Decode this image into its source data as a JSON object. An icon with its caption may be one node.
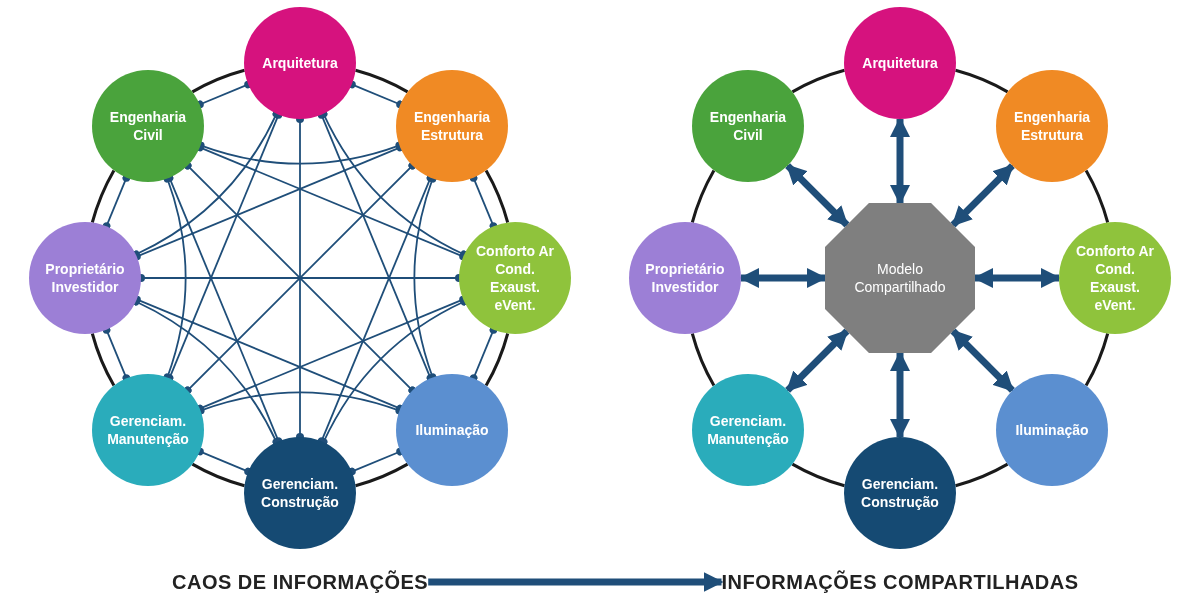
{
  "diagram": {
    "nodes": [
      {
        "text": [
          "Arquitetura"
        ]
      },
      {
        "text": [
          "Engenharia Estrutura"
        ]
      },
      {
        "text": [
          "Conforto Ar Cond. Exaust. eVent."
        ]
      },
      {
        "text": [
          "Iluminação"
        ]
      },
      {
        "text": [
          "Gerenciam. Construção"
        ]
      },
      {
        "text": [
          "Gerenciam. Manutenção"
        ]
      },
      {
        "text": [
          "Proprietário Investidor"
        ]
      },
      {
        "text": [
          "Engenharia Civil"
        ]
      },
      {
        "text": [
          "CAOS DE INFORMAÇÕES"
        ]
      },
      {
        "text": [
          "Arquitetura"
        ]
      },
      {
        "text": [
          "Engenharia Estrutura"
        ]
      },
      {
        "text": [
          "Conforto Ar Cond. Exaust. eVent."
        ]
      },
      {
        "text": [
          "Iluminação"
        ]
      },
      {
        "text": [
          "Gerenciam. Construção"
        ]
      },
      {
        "text": [
          "Gerenciam. Manutenção"
        ]
      },
      {
        "text": [
          "Proprietário Investidor"
        ]
      },
      {
        "text": [
          "Engenharia Civil"
        ]
      },
      {
        "text": [
          "Modelo Compartilhado"
        ]
      },
      {
        "text": [
          "INFORMAÇÕES COMPARTILHADAS"
        ]
      }
    ],
    "edges": [
      {
        "from": 0,
        "to": 1,
        "arrow": "none",
        "color": "#1a1a1a"
      },
      {
        "from": 1,
        "to": 2,
        "arrow": "none",
        "color": "#1a1a1a"
      },
      {
        "from": 2,
        "to": 3,
        "arrow": "none",
        "color": "#1a1a1a"
      },
      {
        "from": 3,
        "to": 4,
        "arrow": "none",
        "color": "#1a1a1a"
      },
      {
        "from": 4,
        "to": 5,
        "arrow": "none",
        "color": "#1a1a1a"
      },
      {
        "from": 5,
        "to": 6,
        "arrow": "none",
        "color": "#1a1a1a"
      },
      {
        "from": 6,
        "to": 7,
        "arrow": "none",
        "color": "#1a1a1a"
      },
      {
        "from": 7,
        "to": 0,
        "arrow": "none",
        "color": "#1a1a1a"
      },
      {
        "from": 0,
        "to": 1,
        "arrow": "other"
      },
      {
        "from": 0,
        "to": 2,
        "arrow": "other"
      },
      {
        "from": 0,
        "to": 3,
        "arrow": "other"
      },
      {
        "from": 0,
        "to": 4,
        "arrow": "other"
      },
      {
        "from": 0,
        "to": 5,
        "arrow": "other"
      },
      {
        "from": 0,
        "to": 6,
        "arrow": "other"
      },
      {
        "from": 0,
        "to": 7,
        "arrow": "other"
      },
      {
        "from": 1,
        "to": 2,
        "arrow": "other"
      },
      {
        "from": 1,
        "to": 3,
        "arrow": "other"
      },
      {
        "from": 1,
        "to": 4,
        "arrow": "other"
      },
      {
        "from": 1,
        "to": 5,
        "arrow": "other"
      },
      {
        "from": 1,
        "to": 6,
        "arrow": "other"
      },
      {
        "from": 1,
        "to": 7,
        "arrow": "other"
      },
      {
        "from": 2,
        "to": 3,
        "arrow": "other"
      },
      {
        "from": 2,
        "to": 4,
        "arrow": "other"
      },
      {
        "from": 2,
        "to": 5,
        "arrow": "other"
      },
      {
        "from": 2,
        "to": 6,
        "arrow": "other"
      },
      {
        "from": 2,
        "to": 7,
        "arrow": "other"
      },
      {
        "from": 3,
        "to": 4,
        "arrow": "other"
      },
      {
        "from": 3,
        "to": 5,
        "arrow": "other"
      },
      {
        "from": 3,
        "to": 6,
        "arrow": "other"
      },
      {
        "from": 3,
        "to": 7,
        "arrow": "other"
      },
      {
        "from": 4,
        "to": 5,
        "arrow": "other"
      },
      {
        "from": 4,
        "to": 6,
        "arrow": "other"
      },
      {
        "from": 4,
        "to": 7,
        "arrow": "other"
      },
      {
        "from": 5,
        "to": 6,
        "arrow": "other"
      },
      {
        "from": 5,
        "to": 7,
        "arrow": "other"
      },
      {
        "from": 6,
        "to": 7,
        "arrow": "other"
      },
      {
        "from": 9,
        "to": 10,
        "arrow": "none",
        "color": "#1a1a1a"
      },
      {
        "from": 10,
        "to": 11,
        "arrow": "none",
        "color": "#1a1a1a"
      },
      {
        "from": 11,
        "to": 12,
        "arrow": "none",
        "color": "#1a1a1a"
      },
      {
        "from": 12,
        "to": 13,
        "arrow": "none",
        "color": "#1a1a1a"
      },
      {
        "from": 13,
        "to": 14,
        "arrow": "none",
        "color": "#1a1a1a"
      },
      {
        "from": 14,
        "to": 15,
        "arrow": "none",
        "color": "#1a1a1a"
      },
      {
        "from": 15,
        "to": 16,
        "arrow": "none",
        "color": "#1a1a1a"
      },
      {
        "from": 16,
        "to": 9,
        "arrow": "none",
        "color": "#1a1a1a"
      },
      {
        "from": 17,
        "to": 9,
        "arrow": "both",
        "style": "thick"
      },
      {
        "from": 17,
        "to": 10,
        "arrow": "both",
        "style": "thick"
      },
      {
        "from": 17,
        "to": 11,
        "arrow": "both",
        "style": "thick"
      },
      {
        "from": 17,
        "to": 12,
        "arrow": "both",
        "style": "thick"
      },
      {
        "from": 17,
        "to": 13,
        "arrow": "both",
        "style": "thick"
      },
      {
        "from": 17,
        "to": 14,
        "arrow": "both",
        "style": "thick"
      },
      {
        "from": 17,
        "to": 15,
        "arrow": "both",
        "style": "thick"
      },
      {
        "from": 17,
        "to": 16,
        "arrow": "both",
        "style": "thick"
      },
      {
        "from": 8,
        "to": 18,
        "arrow": "to",
        "style": "thick"
      }
    ]
  }
}
